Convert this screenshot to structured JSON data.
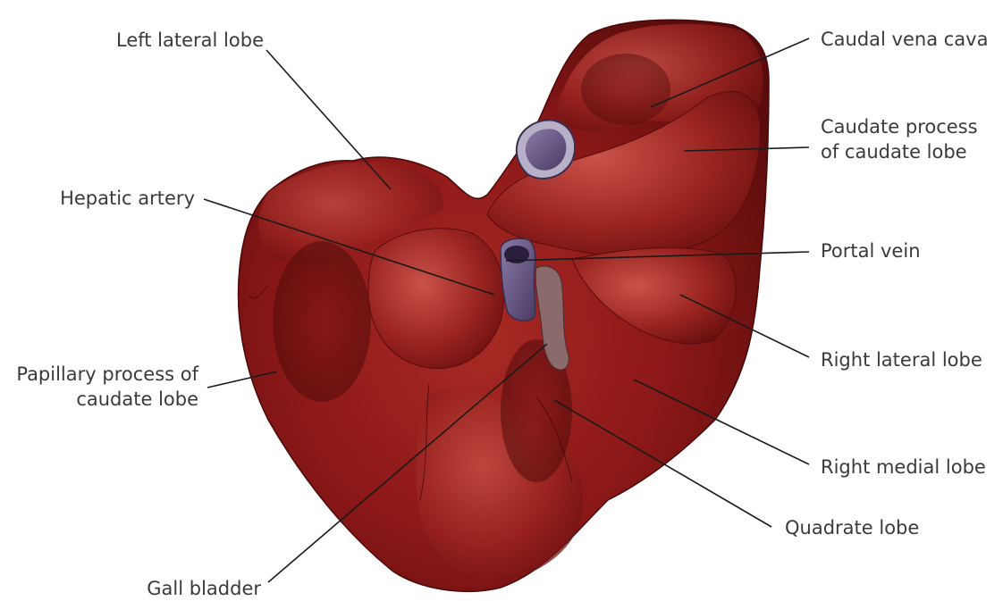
{
  "labels": {
    "left_lateral_lobe": "Left lateral lobe",
    "hepatic_artery": "Hepatic artery",
    "papillary_process_line1": "Papillary process of",
    "papillary_process_line2": "caudate lobe",
    "gall_bladder": "Gall bladder",
    "caudal_vena_cava": "Caudal vena cava",
    "caudate_process_line1": "Caudate process",
    "caudate_process_line2": "of caudate lobe",
    "portal_vein": "Portal vein",
    "right_lateral_lobe": "Right lateral lobe",
    "right_medial_lobe": "Right medial lobe",
    "quadrate_lobe": "Quadrate lobe"
  },
  "colors": {
    "liver_dark": "#5a0c0c",
    "liver_mid": "#8c1818",
    "liver_light": "#b83a34",
    "vessel": "#6b5a86",
    "leader": "#1a1a1a",
    "text": "#3a3a3a"
  }
}
